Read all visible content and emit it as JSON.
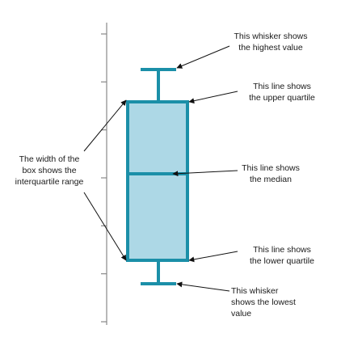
{
  "theme": {
    "box_fill": "#add8e6",
    "box_stroke": "#1b8fa8",
    "axis_color": "#888888",
    "arrow_color": "#111111",
    "text_color": "#1a1a1a"
  },
  "diagram": {
    "type": "boxplot-explainer",
    "axis_tick_count": 7,
    "box_summary_fraction": {
      "lowest": 0.1,
      "lower_quartile": 0.25,
      "median": 0.5,
      "upper_quartile": 0.75,
      "highest": 0.9
    }
  },
  "annotations": {
    "highest": "This whisker shows\nthe highest value",
    "upper_quartile": "This line shows\nthe upper quartile",
    "median": "This line shows\nthe median",
    "lower_quartile": "This line shows\nthe lower quartile",
    "lowest": "This whisker\nshows the lowest\nvalue",
    "iqr_width": "The width of the\nbox shows the\ninterquartile range"
  }
}
